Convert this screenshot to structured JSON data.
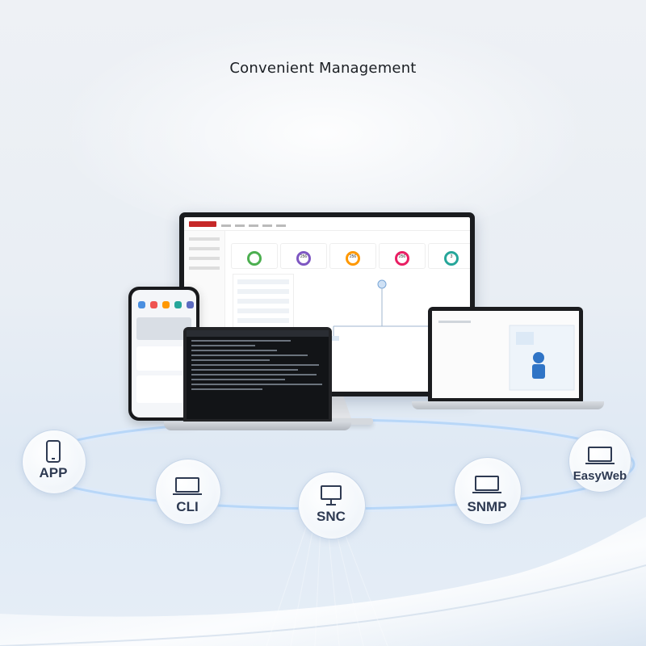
{
  "headline": "Convenient Management",
  "management_methods": [
    {
      "label": "APP",
      "icon": "smartphone-icon"
    },
    {
      "label": "CLI",
      "icon": "laptop-icon"
    },
    {
      "label": "SNC",
      "icon": "desktop-icon"
    },
    {
      "label": "SNMP",
      "icon": "laptop-icon"
    },
    {
      "label": "EasyWeb",
      "icon": "laptop-icon"
    }
  ],
  "dashboard": {
    "gauge_values": [
      "256",
      "256",
      "256",
      "3"
    ]
  },
  "colors": {
    "accent": "#4a8fe0",
    "label": "#2e3a52",
    "brand": "#c62828"
  }
}
